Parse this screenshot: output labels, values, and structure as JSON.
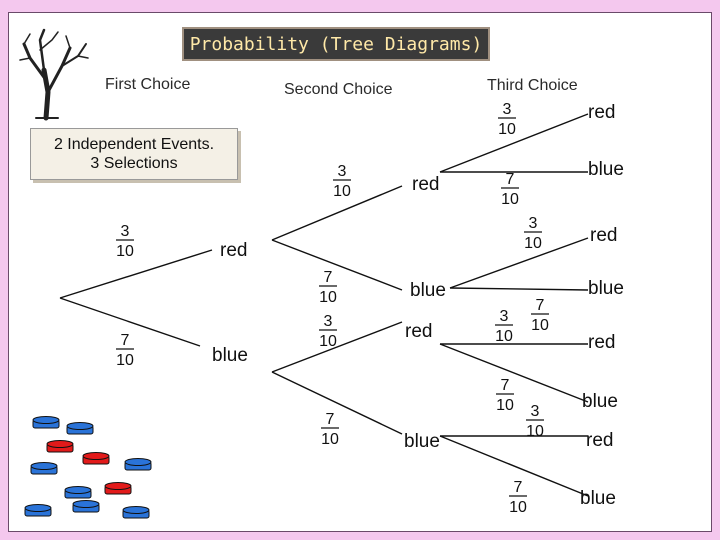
{
  "title": "Probability (Tree Diagrams)",
  "headings": {
    "first": "First Choice",
    "second": "Second Choice",
    "third": "Third Choice"
  },
  "info": {
    "line1": "2 Independent Events.",
    "line2": "3 Selections"
  },
  "colors": {
    "background": "#f4c8ee",
    "title_bar": "#3a3a3a",
    "title_text": "#ffe9a8",
    "counter_red": "#e21a1a",
    "counter_blue": "#2a73d8"
  },
  "probabilities": {
    "red": {
      "num": "3",
      "den": "10"
    },
    "blue": {
      "num": "7",
      "den": "10"
    }
  },
  "tree": {
    "first": [
      {
        "label": "red"
      },
      {
        "label": "blue"
      }
    ],
    "second": [
      {
        "label": "red"
      },
      {
        "label": "blue"
      },
      {
        "label": "red"
      },
      {
        "label": "blue"
      }
    ],
    "third": [
      {
        "label": "red"
      },
      {
        "label": "blue"
      },
      {
        "label": "red"
      },
      {
        "label": "blue"
      },
      {
        "label": "red"
      },
      {
        "label": "blue"
      },
      {
        "label": "red"
      },
      {
        "label": "blue"
      }
    ]
  },
  "counters": [
    "blue",
    "blue",
    "red",
    "blue",
    "red",
    "blue",
    "red",
    "blue",
    "blue",
    "blue",
    "blue"
  ],
  "icons": {
    "tree": "bare-tree-icon",
    "counter": "counter-icon"
  }
}
